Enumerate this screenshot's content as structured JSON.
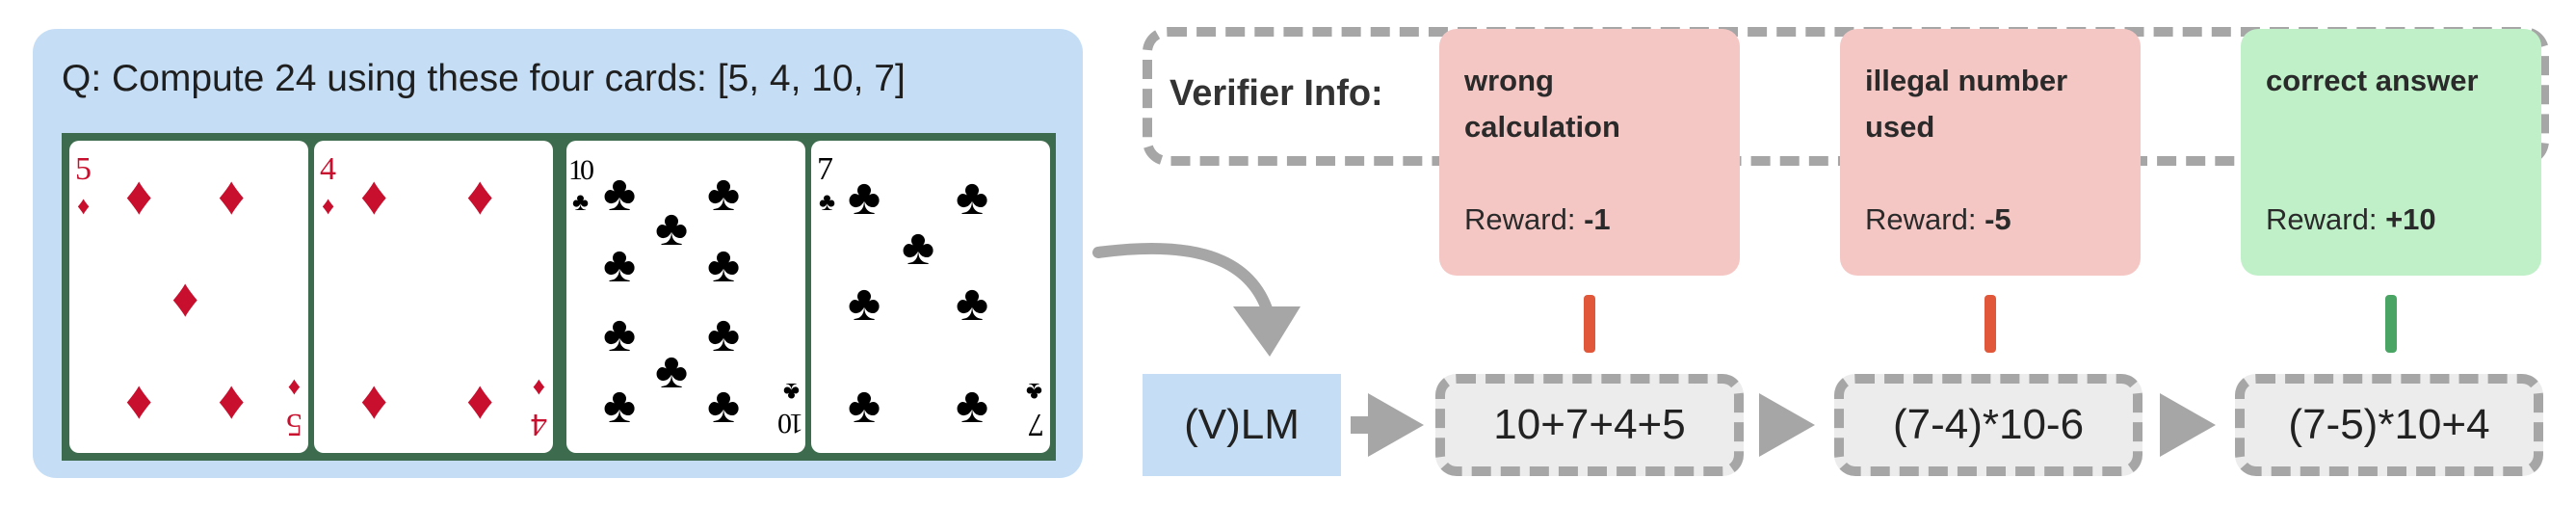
{
  "question": "Q: Compute 24 using these four cards: [5, 4, 10, 7]",
  "cards": [
    {
      "rank": "5",
      "suit": "diamonds",
      "suit_glyph": "♦",
      "color": "#c8102e"
    },
    {
      "rank": "4",
      "suit": "diamonds",
      "suit_glyph": "♦",
      "color": "#c8102e"
    },
    {
      "rank": "10",
      "suit": "clubs",
      "suit_glyph": "♣",
      "color": "#000000"
    },
    {
      "rank": "7",
      "suit": "clubs",
      "suit_glyph": "♣",
      "color": "#000000"
    }
  ],
  "verifier": {
    "label": "Verifier Info:",
    "feedback": [
      {
        "title_line1": "wrong",
        "title_line2": "calculation",
        "reward_label": "Reward:",
        "reward_value": "-1",
        "tone": "red"
      },
      {
        "title_line1": "illegal number",
        "title_line2": "used",
        "reward_label": "Reward:",
        "reward_value": "-5",
        "tone": "red"
      },
      {
        "title_line1": "correct answer",
        "title_line2": "",
        "reward_label": "Reward:",
        "reward_value": "+10",
        "tone": "green"
      }
    ]
  },
  "model_label": "(V)LM",
  "expressions": [
    "10+7+4+5",
    "(7-4)*10-6",
    "(7-5)*10+4"
  ],
  "colors": {
    "panel_blue": "#c5def6",
    "table_green": "#3d6b4d",
    "card_red": "#c8102e",
    "feedback_red": "#f5c7c4",
    "feedback_green": "#bff0c8",
    "connector_red": "#e0573a",
    "connector_green": "#4aa565",
    "dash_gray": "#a6a6a6"
  }
}
